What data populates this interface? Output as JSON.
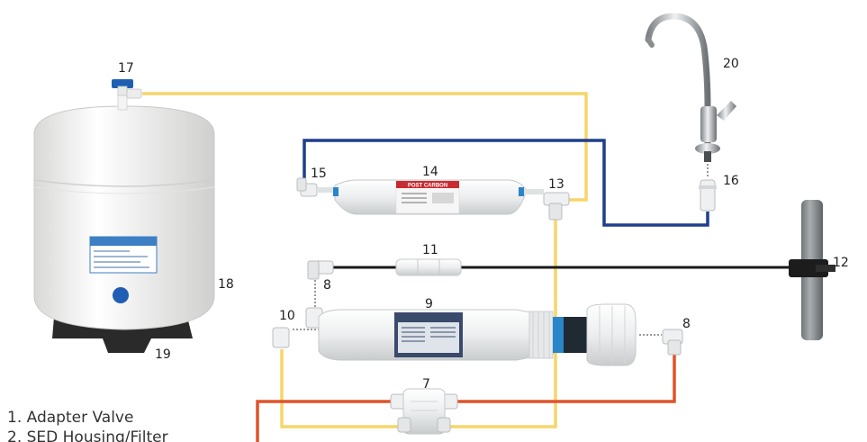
{
  "labels": {
    "n7": "7",
    "n8a": "8",
    "n8b": "8",
    "n9": "9",
    "n10": "10",
    "n11": "11",
    "n12": "12",
    "n13": "13",
    "n14": "14",
    "n15": "15",
    "n16": "16",
    "n17": "17",
    "n18": "18",
    "n19": "19",
    "n20": "20"
  },
  "post_filter_tag": "POST CARBON",
  "legend": [
    "1. Adapter Valve",
    "2. SED Housing/Filter"
  ],
  "colors": {
    "yellow_tube": "#f5d66a",
    "blue_tube": "#1e3f8a",
    "red_tube": "#e0532a",
    "black_tube": "#1a1a1a",
    "tank": "#f2f2f0",
    "tank_cap": "#1f5fb3",
    "filter_white": "#eef0f1",
    "filter_blue_ring": "#2a86c9",
    "drain_pipe": "#8c9194"
  }
}
